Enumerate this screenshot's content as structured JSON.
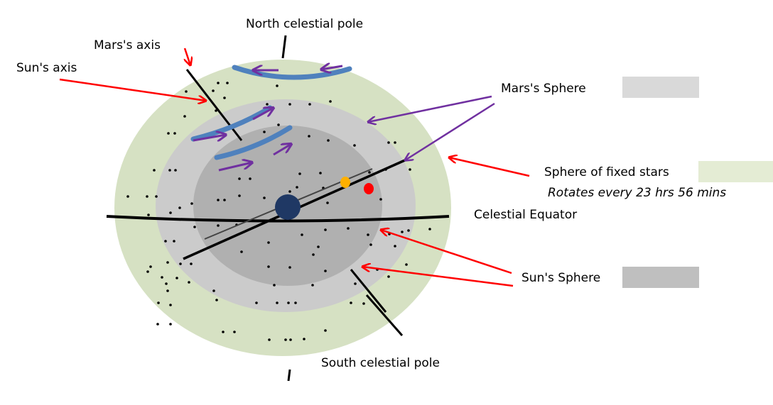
{
  "labels": {
    "north_pole": "North celestial pole",
    "mars_axis": "Mars's axis",
    "sun_axis": "Sun's axis",
    "mars_sphere": "Mars's Sphere",
    "fixed_stars": "Sphere of fixed stars",
    "rotation": "Rotates every 23 hrs 56 mins",
    "celestial_equator": "Celestial Equator",
    "sun_sphere": "Sun's Sphere",
    "south_pole": "South celestial pole"
  },
  "colors": {
    "fixed_stars_sphere": "#d6e1c3",
    "mars_sphere": "#cbcbcb",
    "sun_sphere": "#b0b0b0",
    "earth": "#1f3864",
    "sun_marker": "#ffb000",
    "mars_marker": "#ff0000",
    "label_arrow": "#ff0000",
    "rotation_arrow": "#7030a0",
    "rotation_band": "#4f81bd",
    "swatch_mars": "#d9d9d9",
    "swatch_fixed_stars": "#e4ecd4",
    "swatch_sun": "#bfbfbf"
  }
}
